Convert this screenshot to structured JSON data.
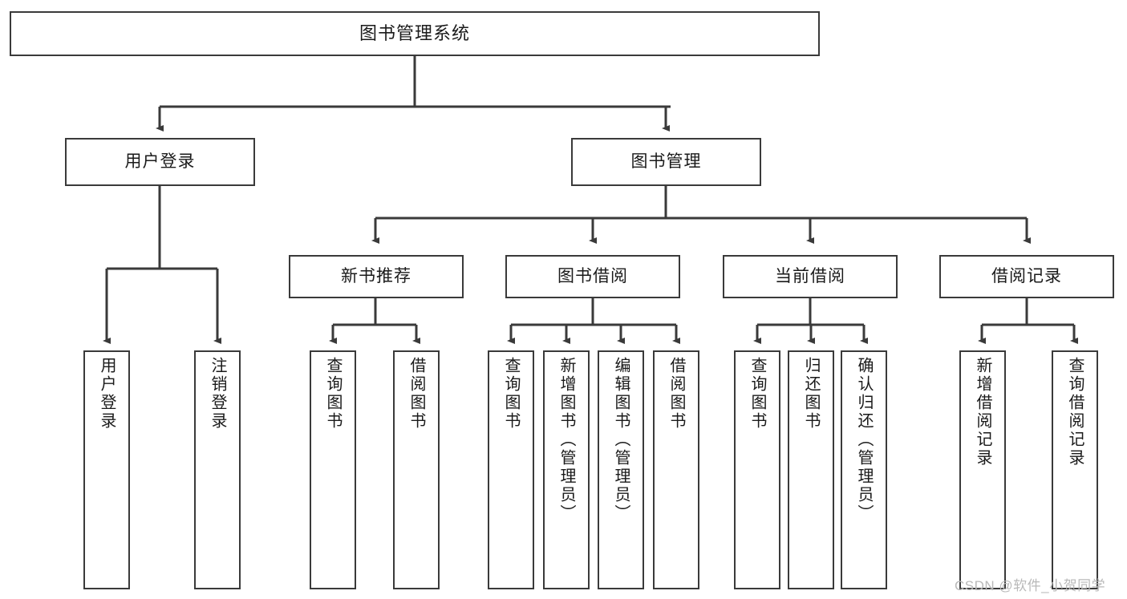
{
  "diagram": {
    "type": "tree-hierarchy",
    "title": "图书管理系统",
    "watermark": "CSDN @软件_小贺同学",
    "colors": {
      "box_border": "#3a3a3a",
      "box_fill": "#ffffff",
      "connector": "#3a3a3a",
      "text": "#1a1a1a",
      "watermark": "#b9b9b9"
    },
    "levels": {
      "root": {
        "label": "图书管理系统"
      },
      "level2": [
        {
          "label": "用户登录"
        },
        {
          "label": "图书管理"
        }
      ],
      "level3": [
        {
          "label": "新书推荐"
        },
        {
          "label": "图书借阅"
        },
        {
          "label": "当前借阅"
        },
        {
          "label": "借阅记录"
        }
      ],
      "leaves": {
        "user_login": [
          {
            "label": "用户登录"
          },
          {
            "label": "注销登录"
          }
        ],
        "new_book_recommend": [
          {
            "label": "查询图书"
          },
          {
            "label": "借阅图书"
          }
        ],
        "book_borrow": [
          {
            "label": "查询图书"
          },
          {
            "label": "新增图书（管理员）"
          },
          {
            "label": "编辑图书（管理员）"
          },
          {
            "label": "借阅图书"
          }
        ],
        "current_borrow": [
          {
            "label": "查询图书"
          },
          {
            "label": "归还图书"
          },
          {
            "label": "确认归还（管理员）"
          }
        ],
        "borrow_record": [
          {
            "label": "新增借阅记录"
          },
          {
            "label": "查询借阅记录"
          }
        ]
      }
    }
  }
}
